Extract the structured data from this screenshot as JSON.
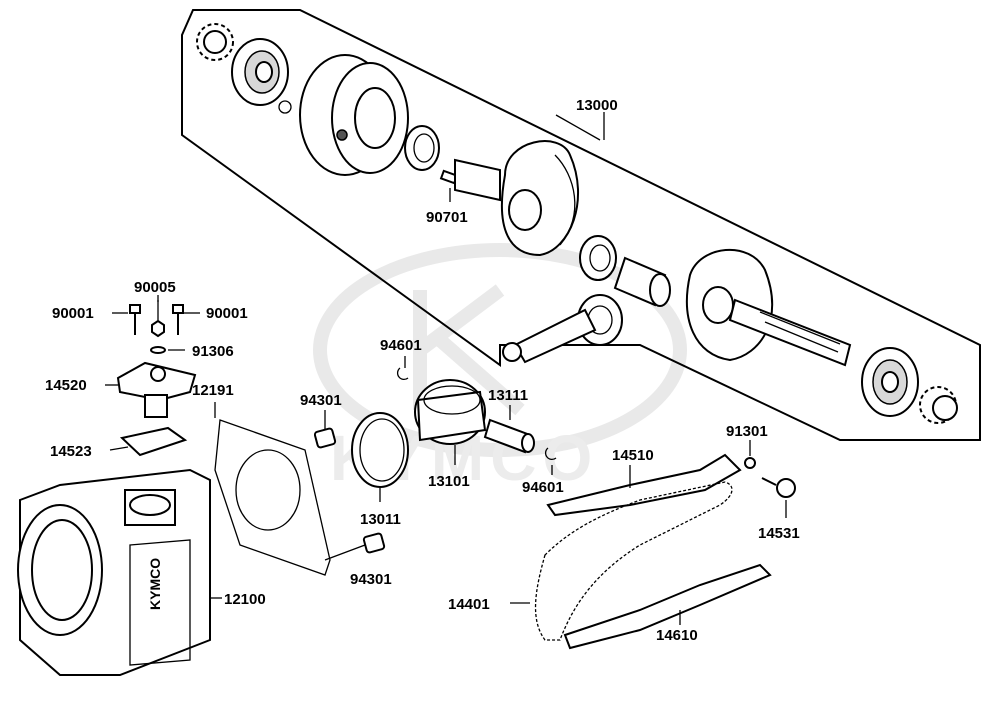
{
  "labels": {
    "p13000": "13000",
    "p90701": "90701",
    "p94601a": "94601",
    "p94601b": "94601",
    "p90005": "90005",
    "p90001a": "90001",
    "p90001b": "90001",
    "p91306": "91306",
    "p14520": "14520",
    "p14523": "14523",
    "p12191": "12191",
    "p94301a": "94301",
    "p94301b": "94301",
    "p13111": "13111",
    "p13101": "13101",
    "p13011": "13011",
    "p91301": "91301",
    "p14510": "14510",
    "p14531": "14531",
    "p12100": "12100",
    "p14401": "14401",
    "p14610": "14610"
  },
  "watermark": {
    "brand": "KYMCO"
  },
  "cylinder_marking": "KYMCO"
}
